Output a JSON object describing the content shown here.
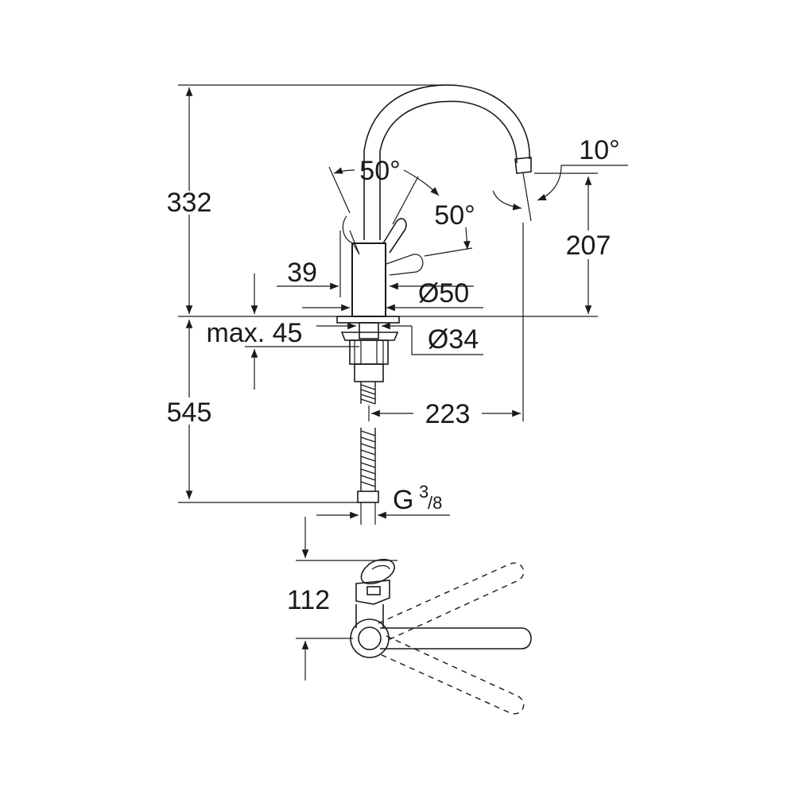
{
  "dimensions": {
    "total_height": "332",
    "spout_height": "207",
    "below_counter_length": "545",
    "spout_reach": "223",
    "handle_clearance": "39",
    "base_diameter": "Ø50",
    "hole_diameter": "Ø34",
    "max_counter_thickness": "max. 45",
    "handle_angle_left": "50°",
    "handle_angle_right": "50°",
    "spout_tilt_angle": "10°",
    "plan_depth": "112",
    "connection_thread": "G",
    "connection_fraction_num": "3",
    "connection_fraction_den": "/8"
  }
}
